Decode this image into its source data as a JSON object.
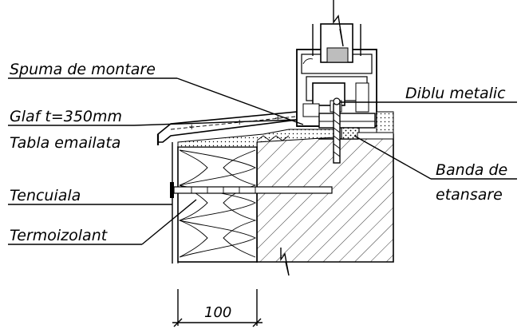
{
  "labels": {
    "spuma": "Spuma de montare",
    "glaf": "Glaf t=350mm",
    "tabla": "Tabla emailata",
    "tencuiala": "Tencuiala",
    "termoizolant": "Termoizolant",
    "diblu": "Diblu metalic",
    "banda_1": "Banda de",
    "banda_2": "etansare"
  },
  "dimension": {
    "value": "100"
  }
}
